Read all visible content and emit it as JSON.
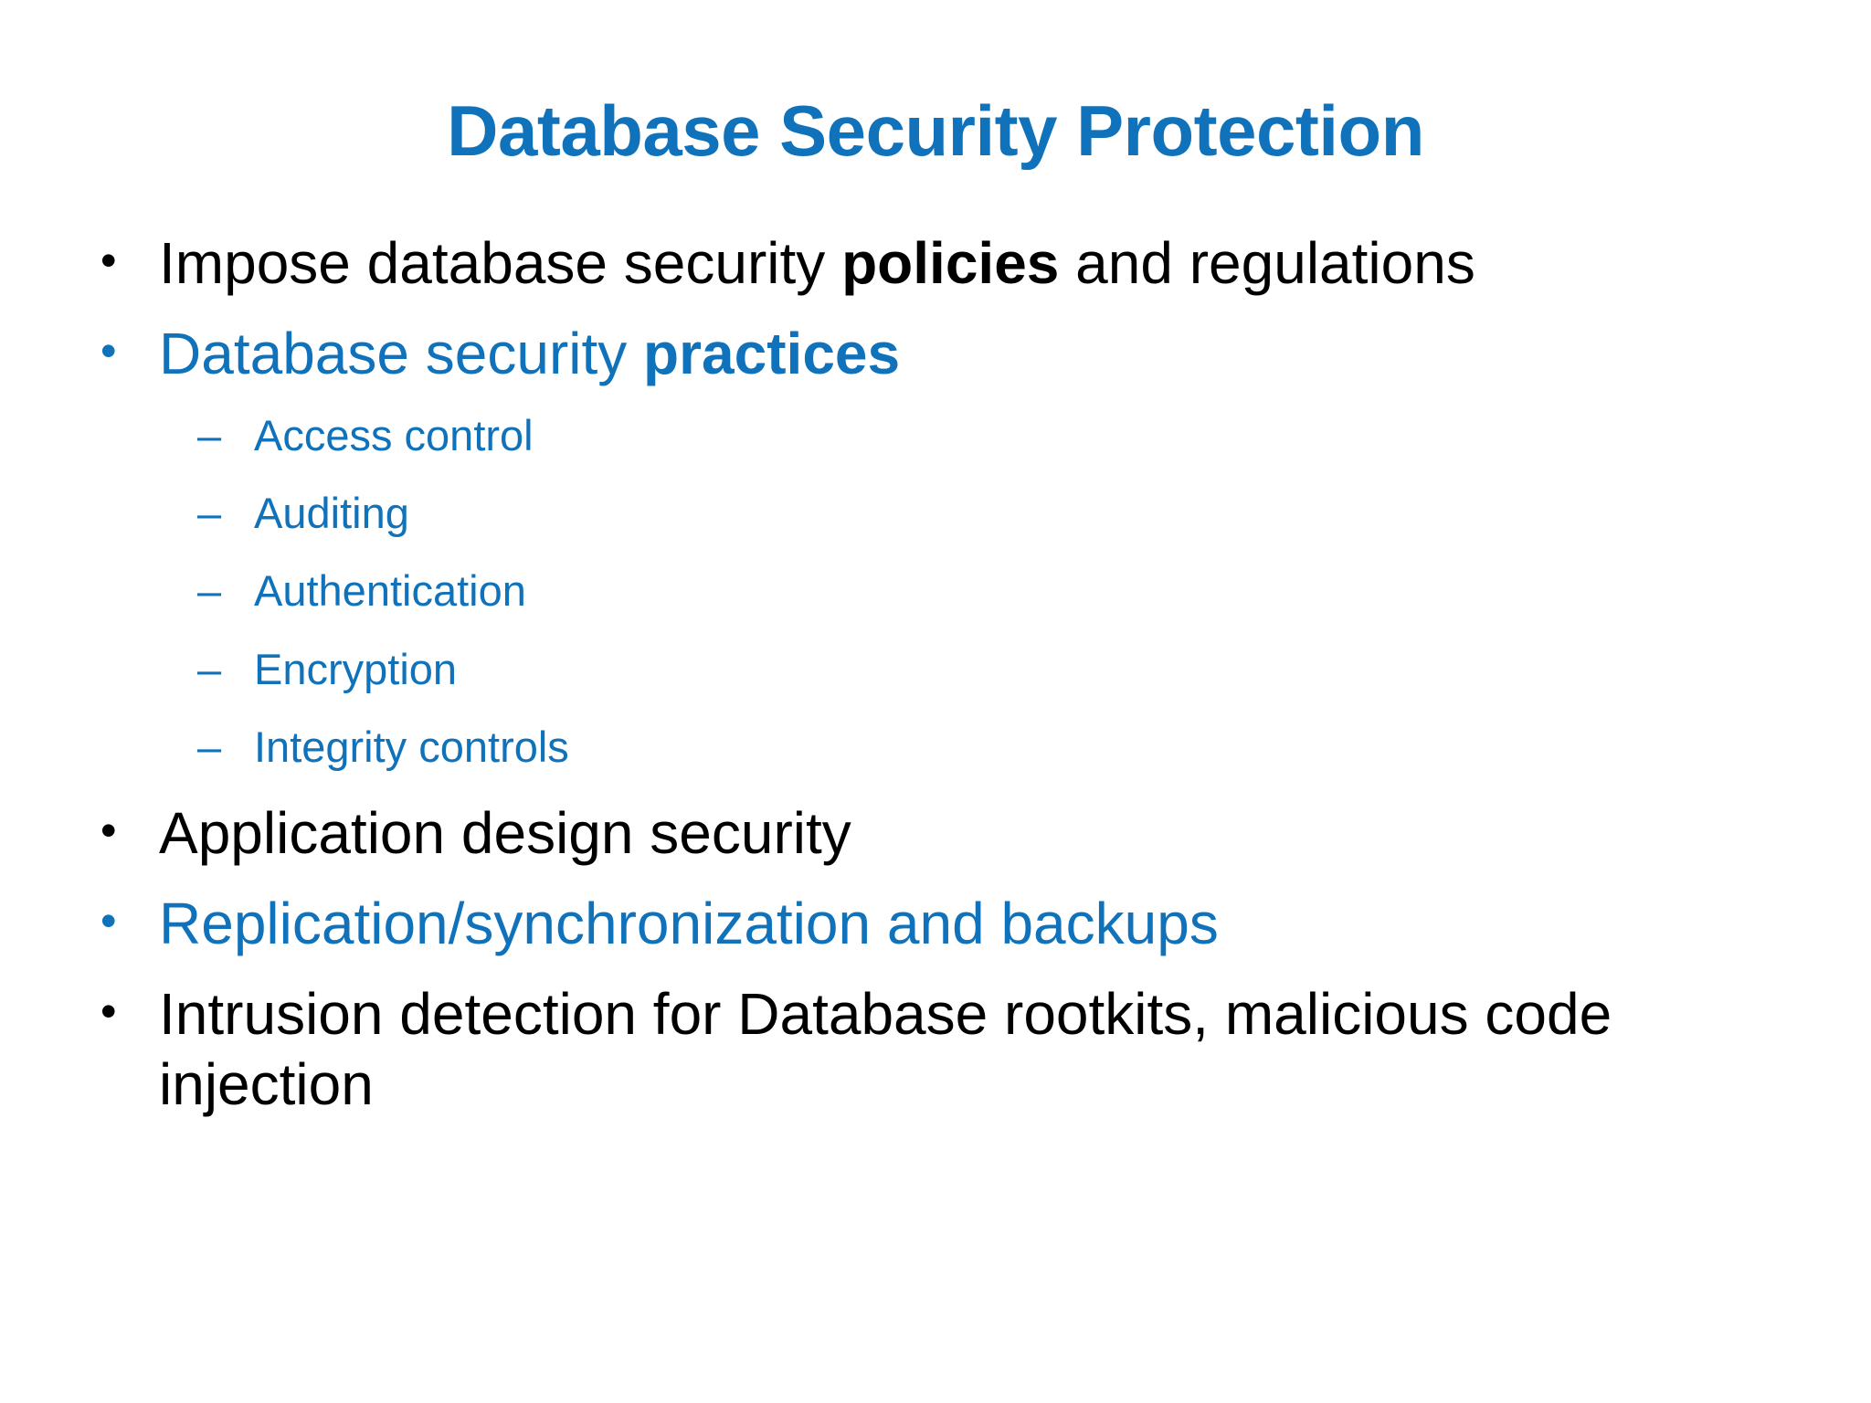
{
  "slide": {
    "title": "Database Security Protection",
    "title_color": "#1072BA",
    "body_black": "#000000",
    "bullet_marker": "•",
    "sub_bullet_marker": "–",
    "background": "#FFFFFF"
  },
  "bullets": [
    {
      "level": 1,
      "color": "black",
      "text_plain": "Impose database security policies and regulations",
      "parts": [
        {
          "text": "Impose database security ",
          "bold": false
        },
        {
          "text": "policies",
          "bold": true
        },
        {
          "text": " and regulations",
          "bold": false
        }
      ]
    },
    {
      "level": 1,
      "color": "blue",
      "text_plain": "Database security practices",
      "parts": [
        {
          "text": "Database security ",
          "bold": false
        },
        {
          "text": "practices",
          "bold": true
        }
      ]
    },
    {
      "level": 1,
      "color": "black",
      "text_plain": "Application design security",
      "parts": [
        {
          "text": "Application design security",
          "bold": false
        }
      ]
    },
    {
      "level": 1,
      "color": "blue",
      "text_plain": "Replication/synchronization and backups",
      "parts": [
        {
          "text": "Replication/synchronization and backups",
          "bold": false
        }
      ]
    },
    {
      "level": 1,
      "color": "black",
      "text_plain": "Intrusion detection for Database rootkits, malicious code injection",
      "parts": [
        {
          "text": "Intrusion detection for Database rootkits, malicious code injection",
          "bold": false
        }
      ]
    }
  ],
  "sub_bullets": [
    {
      "label": "Access control"
    },
    {
      "label": "Auditing"
    },
    {
      "label": "Authentication"
    },
    {
      "label": "Encryption"
    },
    {
      "label": "Integrity controls"
    }
  ]
}
